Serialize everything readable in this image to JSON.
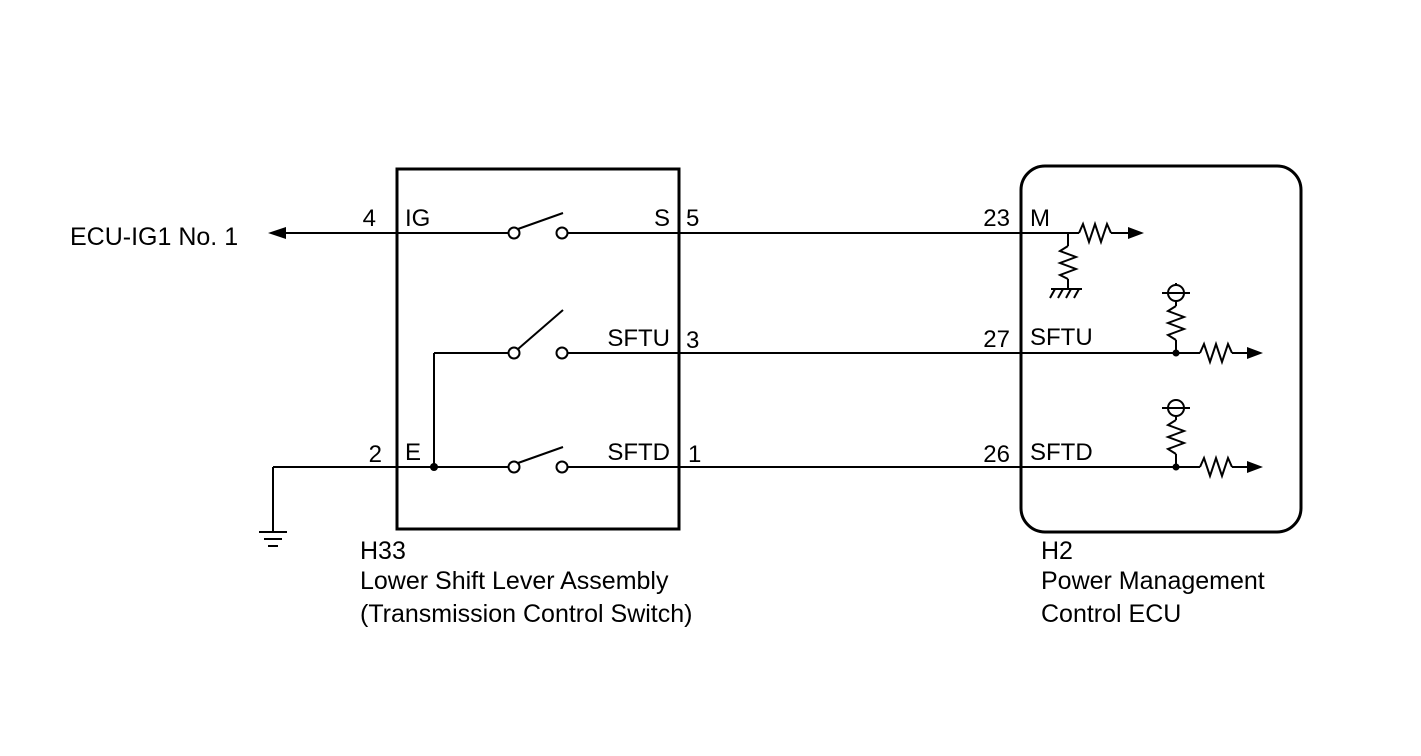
{
  "external": {
    "ecu_ig1": "ECU-IG1 No. 1"
  },
  "switch_assembly": {
    "pins": {
      "ig_num": "4",
      "ig_name": "IG",
      "e_num": "2",
      "e_name": "E",
      "s_name": "S",
      "s_num": "5",
      "sftu_name": "SFTU",
      "sftu_num": "3",
      "sftd_name": "SFTD",
      "sftd_num": "1"
    },
    "caption": {
      "code": "H33",
      "line1": "Lower Shift Lever Assembly",
      "line2": "(Transmission Control Switch)"
    }
  },
  "ecu": {
    "pins": {
      "m_num": "23",
      "m_name": "M",
      "sftu_num": "27",
      "sftu_name": "SFTU",
      "sftd_num": "26",
      "sftd_name": "SFTD"
    },
    "caption": {
      "code": "H2",
      "line1": "Power Management",
      "line2": "Control ECU"
    }
  }
}
